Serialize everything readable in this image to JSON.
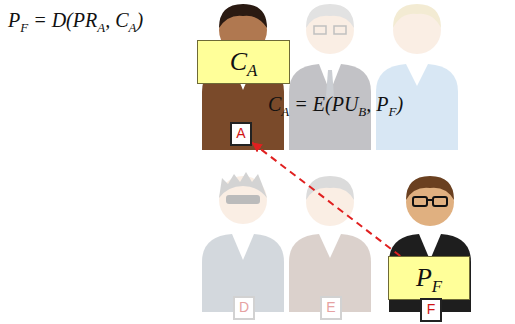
{
  "diagram": {
    "nodes": [
      {
        "text": [
          "CA"
        ]
      },
      {
        "text": [
          "A"
        ]
      },
      {
        "text": [
          "D"
        ]
      },
      {
        "text": [
          "E"
        ]
      },
      {
        "text": [
          "PF"
        ]
      },
      {
        "text": [
          "F"
        ]
      }
    ],
    "edges": [
      {
        "from": 4,
        "to": 1,
        "arrow": "to"
      }
    ],
    "labels": [
      "PF = D(PRA, CA)",
      "CA = E(PUB, PF)"
    ]
  }
}
